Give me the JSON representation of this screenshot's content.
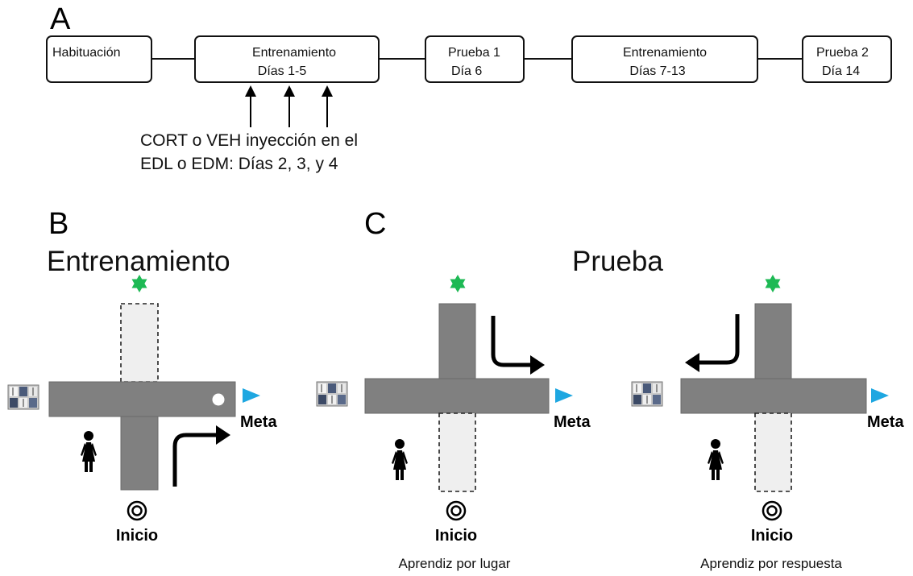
{
  "panel_a": {
    "letter": "A",
    "timeline": [
      {
        "line1": "Habituación",
        "line2": ""
      },
      {
        "line1": "Entrenamiento",
        "line2": "Días 1-5"
      },
      {
        "line1": "Prueba 1",
        "line2": "Día 6"
      },
      {
        "line1": "Entrenamiento",
        "line2": "Días 7-13"
      },
      {
        "line1": "Prueba 2",
        "line2": "Día 14"
      }
    ],
    "injection_note": {
      "line1": "CORT o VEH inyección en el",
      "line2": "EDL o EDM: Días 2, 3, y 4"
    }
  },
  "panel_b": {
    "letter": "B",
    "title": "Entrenamiento",
    "goal_label": "Meta",
    "start_label": "Inicio"
  },
  "panel_c": {
    "letter": "C",
    "title": "Prueba",
    "left_maze": {
      "goal_label": "Meta",
      "start_label": "Inicio",
      "caption": "Aprendiz por lugar"
    },
    "right_maze": {
      "goal_label": "Meta",
      "start_label": "Inicio",
      "caption": "Aprendiz por respuesta"
    }
  },
  "colors": {
    "maze_arm": "#808080",
    "blocked_arm": "#efefef",
    "star": "#1db954",
    "goal_triangle": "#1ea7e1"
  },
  "icons": [
    "star-icon",
    "goal-triangle-icon",
    "start-target-icon",
    "person-icon",
    "bookshelf-icon",
    "turn-arrow-icon",
    "injection-arrow-icon"
  ]
}
